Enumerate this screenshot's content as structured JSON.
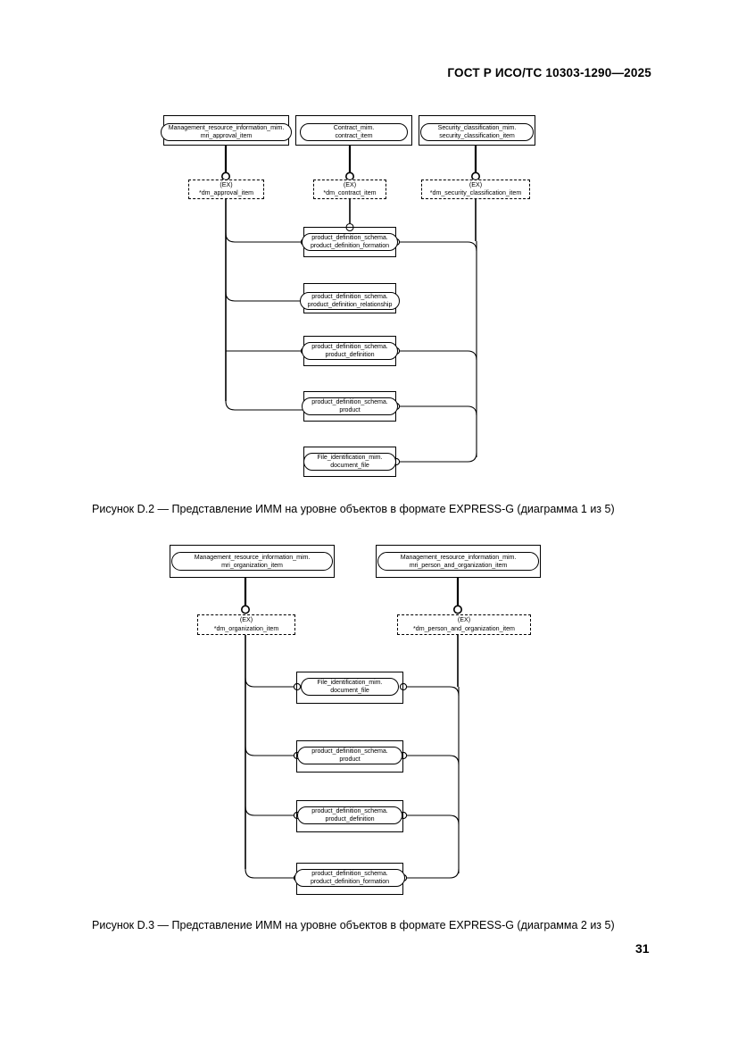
{
  "document": {
    "header": "ГОСТ Р ИСО/ТС 10303-1290—2025",
    "page_number": "31"
  },
  "figures": [
    {
      "id": "D.2",
      "caption": "Рисунок D.2 — Представление ИММ на уровне объектов в формате EXPRESS-G (диаграмма 1 из 5)",
      "schema_boxes": [
        {
          "line1": "Management_resource_information_mim.",
          "line2": "mri_approval_item"
        },
        {
          "line1": "Contract_mim.",
          "line2": "contract_item"
        },
        {
          "line1": "Security_classification_mim.",
          "line2": "security_classification_item"
        }
      ],
      "ex_boxes": [
        {
          "tag": "(EX)",
          "name": "*dm_approval_item"
        },
        {
          "tag": "(EX)",
          "name": "*dm_contract_item"
        },
        {
          "tag": "(EX)",
          "name": "*dm_security_classification_item"
        }
      ],
      "entity_boxes": [
        {
          "line1": "product_definition_schema.",
          "line2": "product_definition_formation"
        },
        {
          "line1": "product_definition_schema.",
          "line2": "product_definition_relationship"
        },
        {
          "line1": "product_definition_schema.",
          "line2": "product_definition"
        },
        {
          "line1": "product_definition_schema.",
          "line2": "product"
        },
        {
          "line1": "File_identification_mim.",
          "line2": "document_file"
        }
      ]
    },
    {
      "id": "D.3",
      "caption": "Рисунок D.3 — Представление ИММ на уровне объектов в формате EXPRESS-G (диаграмма 2 из 5)",
      "schema_boxes": [
        {
          "line1": "Management_resource_information_mim.",
          "line2": "mri_organization_item"
        },
        {
          "line1": "Management_resource_information_mim.",
          "line2": "mri_person_and_organization_item"
        }
      ],
      "ex_boxes": [
        {
          "tag": "(EX)",
          "name": "*dm_organization_item"
        },
        {
          "tag": "(EX)",
          "name": "*dm_person_and_organization_item"
        }
      ],
      "entity_boxes": [
        {
          "line1": "File_identification_mim.",
          "line2": "document_file"
        },
        {
          "line1": "product_definition_schema.",
          "line2": "product"
        },
        {
          "line1": "product_definition_schema.",
          "line2": "product_definition"
        },
        {
          "line1": "product_definition_schema.",
          "line2": "product_definition_formation"
        }
      ]
    }
  ]
}
